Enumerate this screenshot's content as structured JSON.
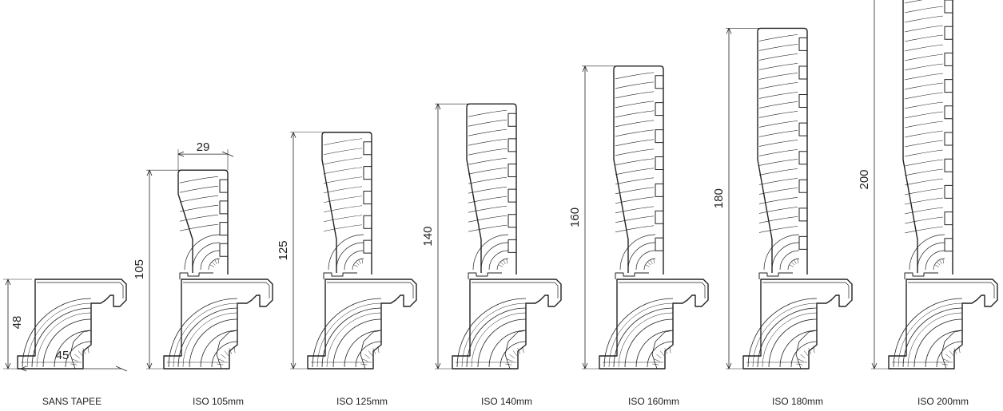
{
  "colors": {
    "line": "#222222",
    "background": "#ffffff"
  },
  "profiles": [
    {
      "caption": "SANS TAPEE",
      "height": 48,
      "dimension_label": "48",
      "width_label": "45"
    },
    {
      "caption": "ISO 105mm",
      "height": 105,
      "dimension_label": "105",
      "top_width_label": "29"
    },
    {
      "caption": "ISO 125mm",
      "height": 125,
      "dimension_label": "125"
    },
    {
      "caption": "ISO 140mm",
      "height": 140,
      "dimension_label": "140"
    },
    {
      "caption": "ISO 160mm",
      "height": 160,
      "dimension_label": "160"
    },
    {
      "caption": "ISO 180mm",
      "height": 180,
      "dimension_label": "180"
    },
    {
      "caption": "ISO 200mm",
      "height": 200,
      "dimension_label": "200"
    }
  ]
}
